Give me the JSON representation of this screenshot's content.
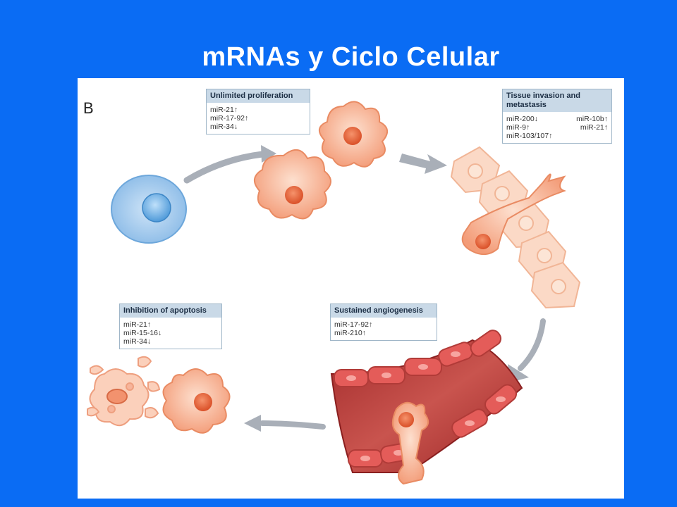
{
  "title": "mRNAs y Ciclo Celular",
  "panel_label": "B",
  "boxes": {
    "proliferation": {
      "header": "Unlimited proliferation",
      "items": [
        "miR-21↑",
        "miR-17-92↑",
        "miR-34↓"
      ]
    },
    "invasion": {
      "header_line1": "Tissue invasion and",
      "header_line2": "metastasis",
      "left_items": [
        "miR-200↓",
        "miR-9↑",
        "miR-103/107↑"
      ],
      "right_items": [
        "miR-10b↑",
        "miR-21↑"
      ]
    },
    "angiogenesis": {
      "header": "Sustained angiogenesis",
      "items": [
        "miR-17-92↑",
        "miR-210↑"
      ]
    },
    "apoptosis": {
      "header": "Inhibition of apoptosis",
      "items": [
        "miR-21↑",
        "miR-15-16↓",
        "miR-34↓"
      ]
    }
  },
  "colors": {
    "background": "#0a6cf4",
    "normal_cell": "#8fc0ea",
    "cancer_cell": "#f4a582",
    "nucleus": "#e0633c",
    "vessel": "#b83a3a",
    "arrow": "#a9afb8",
    "box_header": "#c9d9e7"
  }
}
